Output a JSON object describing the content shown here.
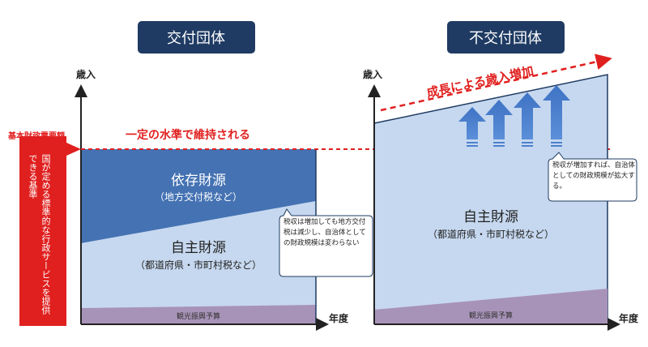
{
  "left_panel": {
    "title": "交付団体",
    "y_axis_label": "歳入",
    "x_axis_label": "年度",
    "threshold_label": "基本財政需要額",
    "threshold_note": "一定の水準で維持される",
    "standard_note": "国が定める標準的な行政サービスを提供できる基準",
    "dependent_main": "依存財源",
    "dependent_sub": "（地方交付税など）",
    "own_main": "自主財源",
    "own_sub": "（都道府県・市町村税など）",
    "tourism_label": "観光振興予算",
    "callout_text": "税収は増加しても地方交付税は減少し、自治体としての財政規模は変わらない"
  },
  "right_panel": {
    "title": "不交付団体",
    "y_axis_label": "歳入",
    "x_axis_label": "年度",
    "growth_label": "成長による歳入増加",
    "own_main": "自主財源",
    "own_sub": "（都道府県・市町村税など）",
    "tourism_label": "観光振興予算",
    "callout_text": "税収が増加すれば、自治体としての財政規模が拡大する。"
  },
  "colors": {
    "title_bg": "#1f3b63",
    "dependent": "#4472b3",
    "own": "#c6d8ef",
    "tourism": "#a893b8",
    "accent_red": "#e0201f"
  }
}
